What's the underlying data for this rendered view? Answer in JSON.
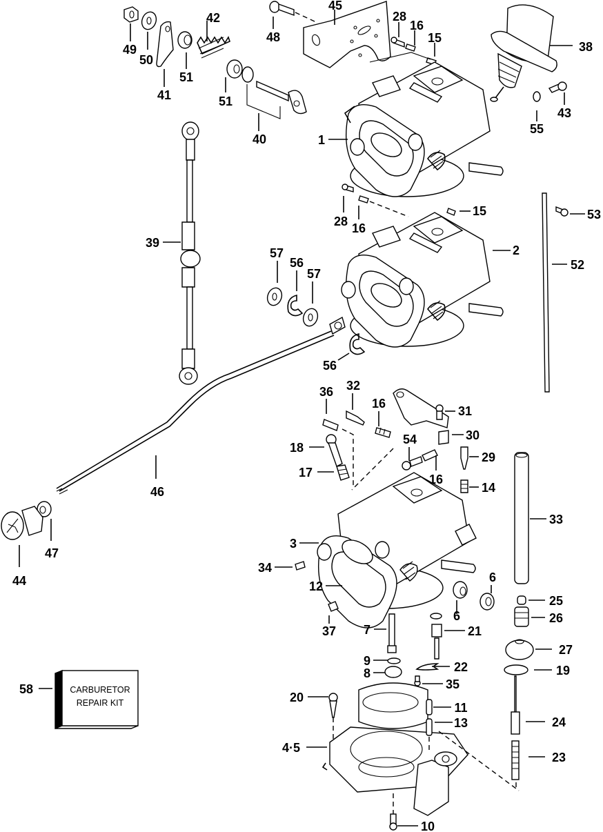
{
  "diagram": {
    "title": "Carburetor exploded parts diagram",
    "kit_box": {
      "line1": "CARBURETOR",
      "line2": "REPAIR KIT"
    },
    "callouts": [
      {
        "id": "c49",
        "text": "49"
      },
      {
        "id": "c50",
        "text": "50"
      },
      {
        "id": "c41",
        "text": "41"
      },
      {
        "id": "c51a",
        "text": "51"
      },
      {
        "id": "c42",
        "text": "42"
      },
      {
        "id": "c51b",
        "text": "51"
      },
      {
        "id": "c40",
        "text": "40"
      },
      {
        "id": "c48",
        "text": "48"
      },
      {
        "id": "c45",
        "text": "45"
      },
      {
        "id": "c28a",
        "text": "28"
      },
      {
        "id": "c16a",
        "text": "16"
      },
      {
        "id": "c15a",
        "text": "15"
      },
      {
        "id": "c38",
        "text": "38"
      },
      {
        "id": "c55",
        "text": "55"
      },
      {
        "id": "c43",
        "text": "43"
      },
      {
        "id": "c1",
        "text": "1"
      },
      {
        "id": "c28b",
        "text": "28"
      },
      {
        "id": "c16b",
        "text": "16"
      },
      {
        "id": "c15b",
        "text": "15"
      },
      {
        "id": "c53",
        "text": "53"
      },
      {
        "id": "c2",
        "text": "2"
      },
      {
        "id": "c52",
        "text": "52"
      },
      {
        "id": "c39",
        "text": "39"
      },
      {
        "id": "c57a",
        "text": "57"
      },
      {
        "id": "c56a",
        "text": "56"
      },
      {
        "id": "c57b",
        "text": "57"
      },
      {
        "id": "c56b",
        "text": "56"
      },
      {
        "id": "c36",
        "text": "36"
      },
      {
        "id": "c32",
        "text": "32"
      },
      {
        "id": "c16c",
        "text": "16"
      },
      {
        "id": "c31",
        "text": "31"
      },
      {
        "id": "c30",
        "text": "30"
      },
      {
        "id": "c18",
        "text": "18"
      },
      {
        "id": "c54",
        "text": "54"
      },
      {
        "id": "c29",
        "text": "29"
      },
      {
        "id": "c17",
        "text": "17"
      },
      {
        "id": "c16d",
        "text": "16"
      },
      {
        "id": "c14",
        "text": "14"
      },
      {
        "id": "c46",
        "text": "46"
      },
      {
        "id": "c33",
        "text": "33"
      },
      {
        "id": "c47",
        "text": "47"
      },
      {
        "id": "c44",
        "text": "44"
      },
      {
        "id": "c3",
        "text": "3"
      },
      {
        "id": "c34",
        "text": "34"
      },
      {
        "id": "c6a",
        "text": "6"
      },
      {
        "id": "c12",
        "text": "12"
      },
      {
        "id": "c6b",
        "text": "6"
      },
      {
        "id": "c25",
        "text": "25"
      },
      {
        "id": "c26",
        "text": "26"
      },
      {
        "id": "c37",
        "text": "37"
      },
      {
        "id": "c7",
        "text": "7"
      },
      {
        "id": "c21",
        "text": "21"
      },
      {
        "id": "c27",
        "text": "27"
      },
      {
        "id": "c9",
        "text": "9"
      },
      {
        "id": "c22",
        "text": "22"
      },
      {
        "id": "c8",
        "text": "8"
      },
      {
        "id": "c19",
        "text": "19"
      },
      {
        "id": "c35",
        "text": "35"
      },
      {
        "id": "c58",
        "text": "58"
      },
      {
        "id": "c20",
        "text": "20"
      },
      {
        "id": "c11",
        "text": "11"
      },
      {
        "id": "c13",
        "text": "13"
      },
      {
        "id": "c24",
        "text": "24"
      },
      {
        "id": "c45b",
        "text": "4·5"
      },
      {
        "id": "c23",
        "text": "23"
      },
      {
        "id": "c10",
        "text": "10"
      }
    ]
  }
}
